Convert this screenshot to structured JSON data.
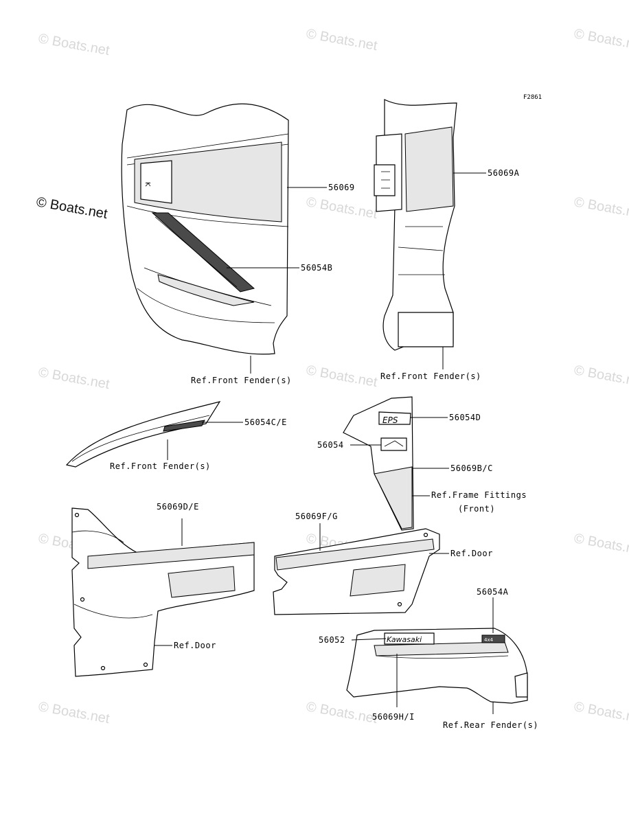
{
  "figure_code": "F2861",
  "watermark": "© Boats.net",
  "decal_text": {
    "eps": "EPS",
    "kawasaki": "Kawasaki",
    "emblem": "4x4"
  },
  "callouts": {
    "p56069": "56069",
    "p56069A": "56069A",
    "p56054B": "56054B",
    "ref_front_fender_1": "Ref.Front Fender(s)",
    "ref_front_fender_2": "Ref.Front Fender(s)",
    "p56054CE": "56054C/E",
    "ref_front_fender_3": "Ref.Front Fender(s)",
    "p56054D": "56054D",
    "p56054": "56054",
    "p56069BC": "56069B/C",
    "ref_frame_fittings_1": "Ref.Frame Fittings",
    "ref_frame_fittings_2": "(Front)",
    "p56069DE": "56069D/E",
    "p56069FG": "56069F/G",
    "ref_door_1": "Ref.Door",
    "ref_door_2": "Ref.Door",
    "p56054A": "56054A",
    "p56052": "56052",
    "p56069HI": "56069H/I",
    "ref_rear_fender": "Ref.Rear Fender(s)"
  },
  "colors": {
    "line": "#000000",
    "watermark": "#d8d8d8",
    "panel_shade": "#e6e6e6"
  }
}
